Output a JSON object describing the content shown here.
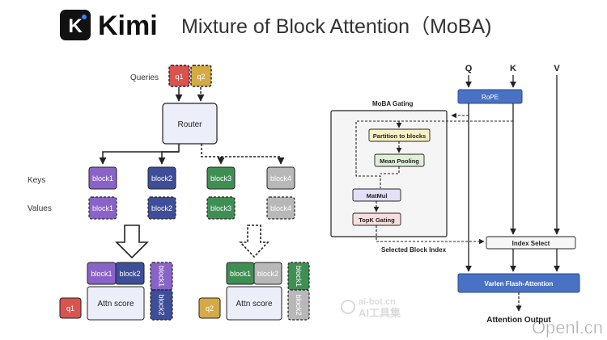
{
  "header": {
    "brand": "Kimi",
    "logo_letter": "K",
    "title": "Mixture of Block Attention（MoBA)"
  },
  "left": {
    "queries_label": "Queries",
    "queries": [
      "q1",
      "q2"
    ],
    "router": "Router",
    "keys_label": "Keys",
    "values_label": "Values",
    "blocks": [
      "block1",
      "block2",
      "block3",
      "block4"
    ],
    "q1_panel": {
      "query": "q1",
      "keys": [
        "block1",
        "block2"
      ],
      "side": [
        "block1",
        "block2"
      ],
      "score": "Attn score"
    },
    "q2_panel": {
      "query": "q2",
      "keys": [
        "block1",
        "block2"
      ],
      "side": [
        "block1",
        "block2"
      ],
      "score": "Attn score"
    }
  },
  "right": {
    "inputs": [
      "Q",
      "K",
      "V"
    ],
    "rope": "RoPE",
    "gating_title": "MoBA Gating",
    "gating_steps": [
      "Partition to blocks",
      "Mean Pooling",
      "MatMul",
      "TopK Gating"
    ],
    "selected_label": "Selected Block Index",
    "index_select": "Index Select",
    "flash": "Varlen Flash-Attention",
    "output": "Attention Output"
  },
  "watermarks": {
    "center_top": "ai-bot.cn",
    "center_bottom": "AI工具集",
    "corner": "Openl.cn"
  },
  "colors": {
    "red": "#d9534f",
    "gold": "#d4aa45",
    "purple": "#8a63c9",
    "navy": "#3f4e99",
    "green": "#3f8f55",
    "gray": "#b8b8b8",
    "blue": "#4a72c4",
    "partition": "#fbf1c7",
    "pooling": "#dff0d6",
    "matmul": "#e4e0f7",
    "topk": "#f9dede"
  }
}
